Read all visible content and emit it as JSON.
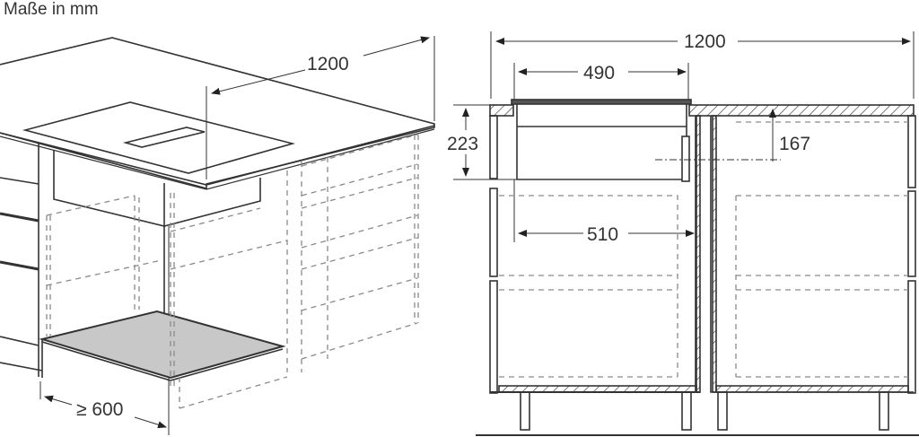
{
  "title": "Maße in mm",
  "iso_view": {
    "width_label": "1200",
    "depth_label": "≥ 600"
  },
  "front_view": {
    "total_width_label": "1200",
    "cooktop_width_label": "490",
    "cutout_width_label": "510",
    "depth_label": "223",
    "offset_label": "167"
  },
  "colors": {
    "line": "#333333",
    "dashed": "#8a8a8a",
    "shelf_fill": "#c8c8c8"
  }
}
